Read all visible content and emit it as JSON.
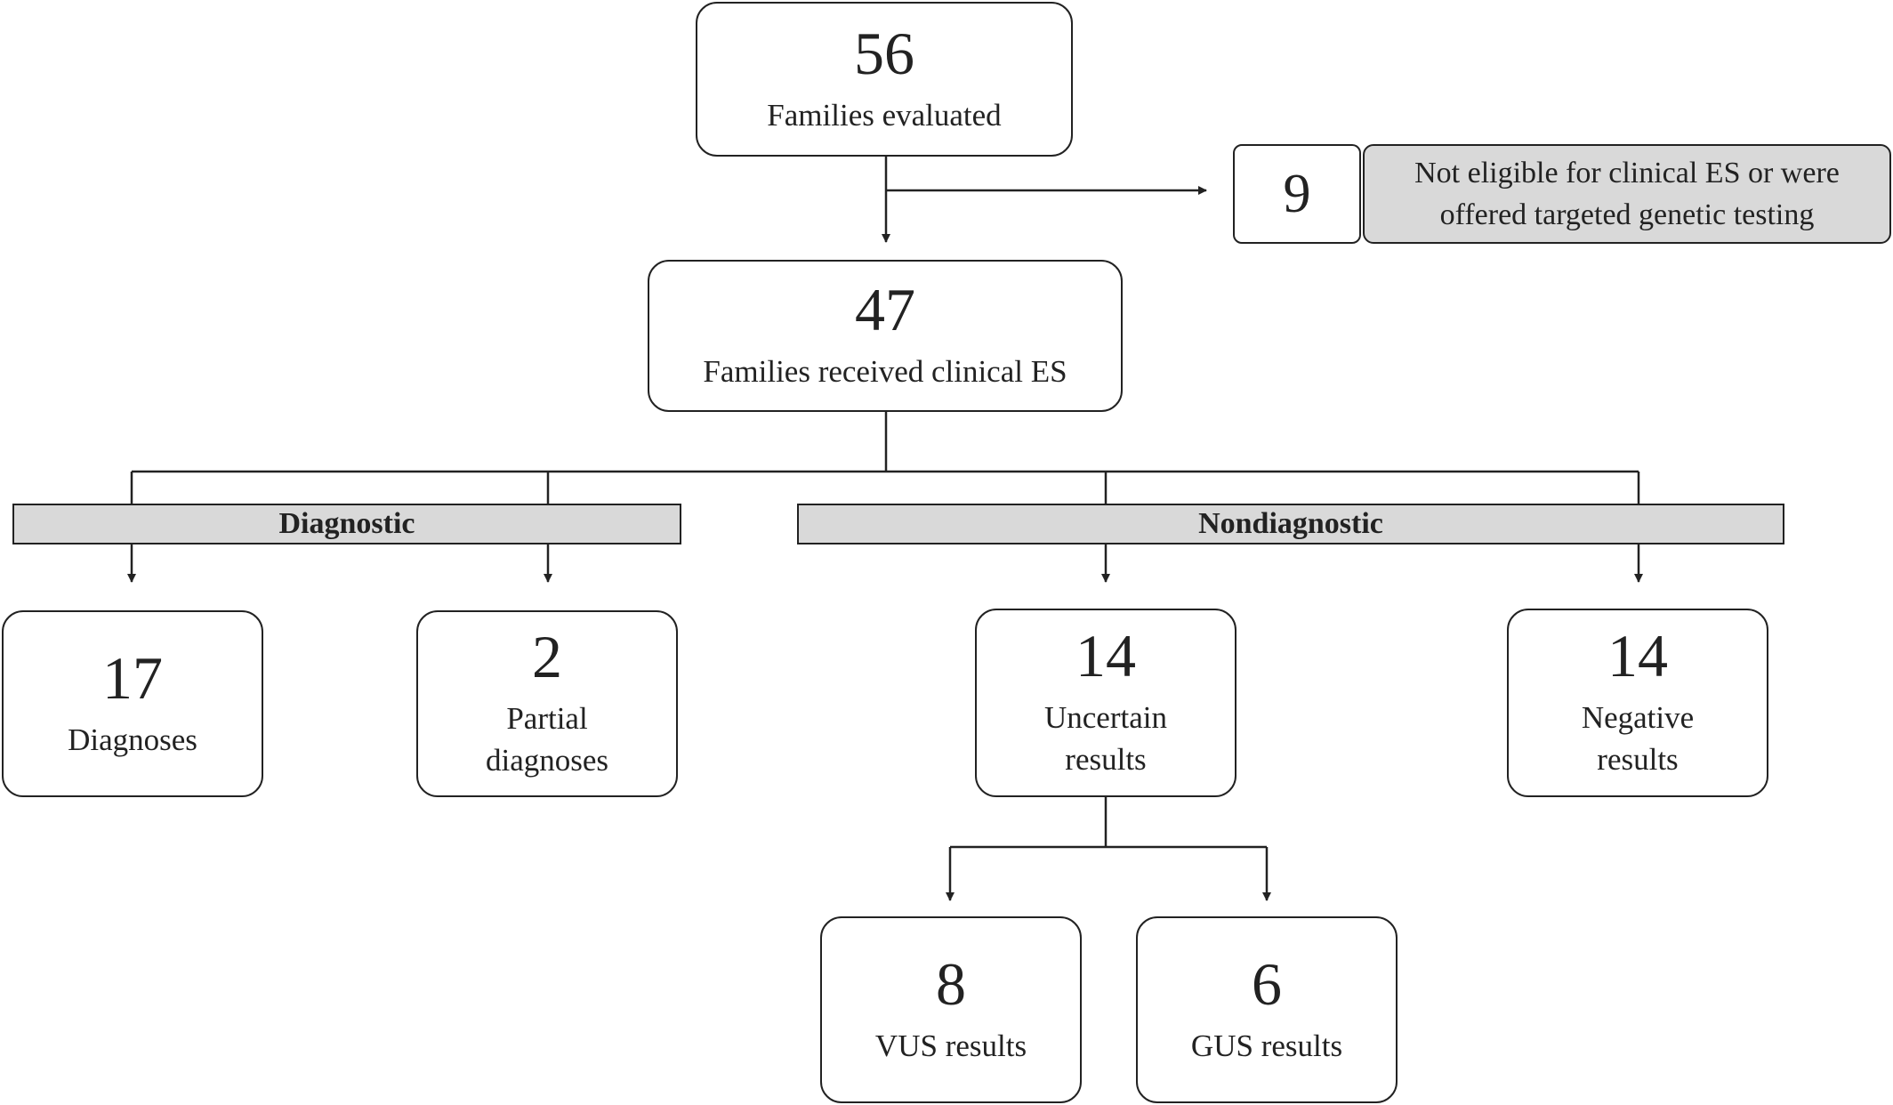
{
  "nodes": {
    "evaluated": {
      "count": "56",
      "label": "Families evaluated"
    },
    "excluded": {
      "count": "9",
      "label": "Not eligible for clinical ES or were offered targeted genetic testing"
    },
    "received": {
      "count": "47",
      "label": "Families received clinical ES"
    },
    "diagnoses": {
      "count": "17",
      "label": "Diagnoses"
    },
    "partial": {
      "count": "2",
      "label": "Partial diagnoses"
    },
    "uncertain": {
      "count": "14",
      "label": "Uncertain results"
    },
    "negative": {
      "count": "14",
      "label": "Negative results"
    },
    "vus": {
      "count": "8",
      "label": "VUS results"
    },
    "gus": {
      "count": "6",
      "label": "GUS results"
    }
  },
  "categories": {
    "diagnostic": "Diagnostic",
    "nondiagnostic": "Nondiagnostic"
  }
}
